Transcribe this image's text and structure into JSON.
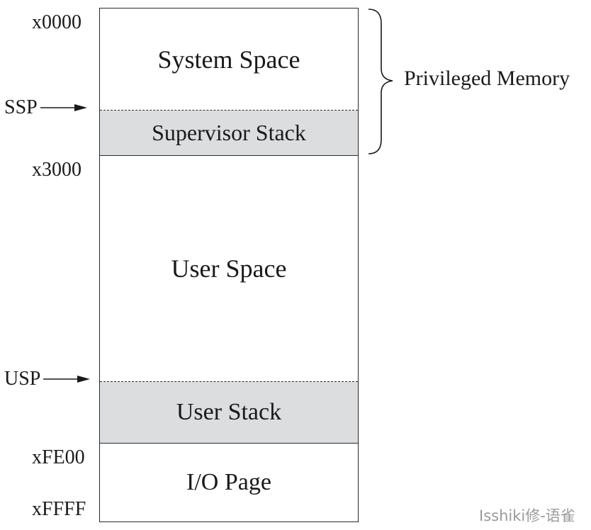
{
  "regions": {
    "system_space": "System Space",
    "supervisor_stack": "Supervisor Stack",
    "user_space": "User Space",
    "user_stack": "User Stack",
    "io_page": "I/O Page"
  },
  "addresses": {
    "start": "x0000",
    "user_start": "x3000",
    "io_start": "xFE00",
    "end": "xFFFF"
  },
  "pointers": {
    "ssp": "SSP",
    "usp": "USP"
  },
  "brace_label": "Privileged Memory",
  "watermark": "Isshiki修-语雀",
  "colors": {
    "stack_fill": "#dcdddf",
    "line": "#2a2a2a"
  }
}
